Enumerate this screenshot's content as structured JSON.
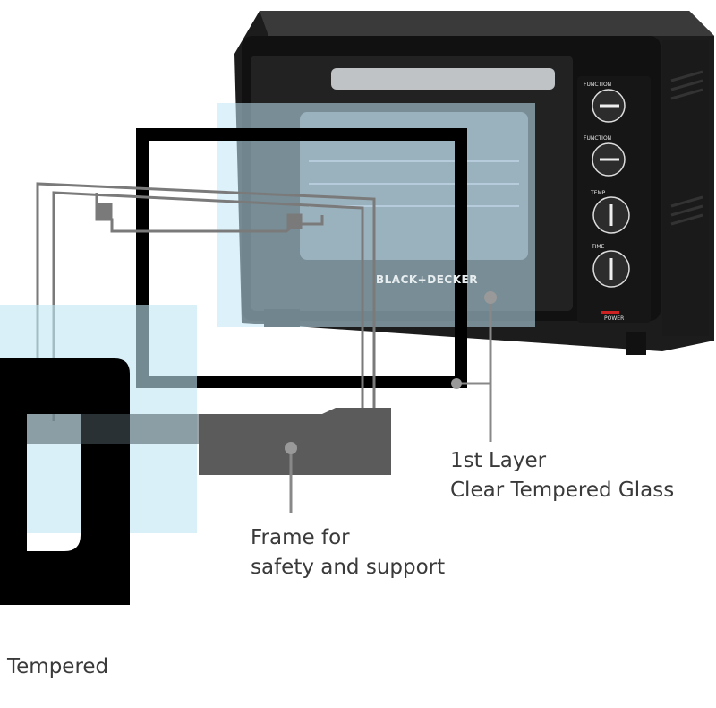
{
  "product": {
    "brand": "BLACK+DECKER"
  },
  "controls": {
    "knob1_label": "FUNCTION",
    "knob2_label": "FUNCTION",
    "knob3_label": "TEMP",
    "knob4_label": "TIME",
    "power_label": "POWER"
  },
  "callouts": [
    {
      "line1": "1st Layer",
      "line2": "Clear Tempered Glass"
    },
    {
      "line1": "Frame for",
      "line2": "safety and support"
    },
    {
      "line1": "Tempered"
    }
  ],
  "colors": {
    "glass": "#bfe6f5",
    "frame": "#000000",
    "support_frame": "#5b5b5b",
    "oven_body": "#1c1c1c"
  }
}
